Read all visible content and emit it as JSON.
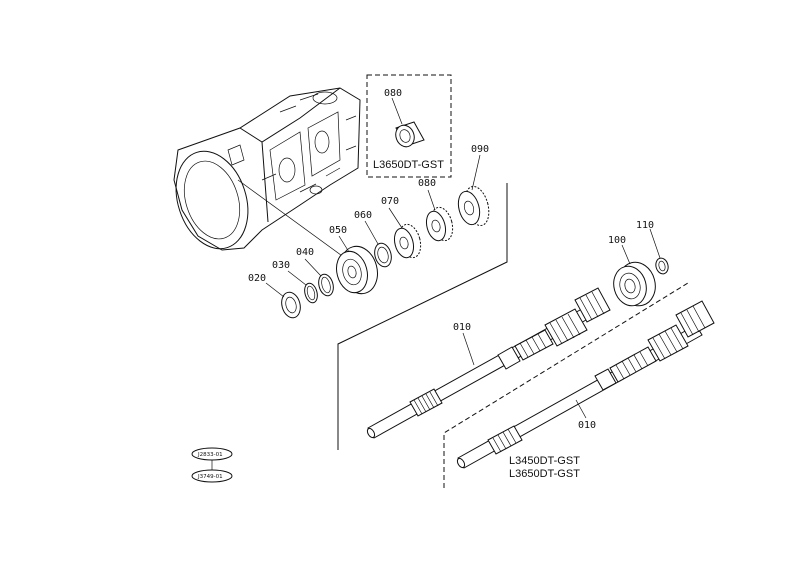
{
  "callouts": {
    "c010a": "010",
    "c010b": "010",
    "c020": "020",
    "c030": "030",
    "c040": "040",
    "c050": "050",
    "c060": "060",
    "c070": "070",
    "c080a": "080",
    "c080b": "080",
    "c090": "090",
    "c100": "100",
    "c110": "110"
  },
  "variants": {
    "inset_top": "L3650DT-GST",
    "lower_1": "L3450DT-GST",
    "lower_2": "L3650DT-GST"
  },
  "references": {
    "ref1": "J2833-01",
    "ref2": "J3749-01"
  }
}
